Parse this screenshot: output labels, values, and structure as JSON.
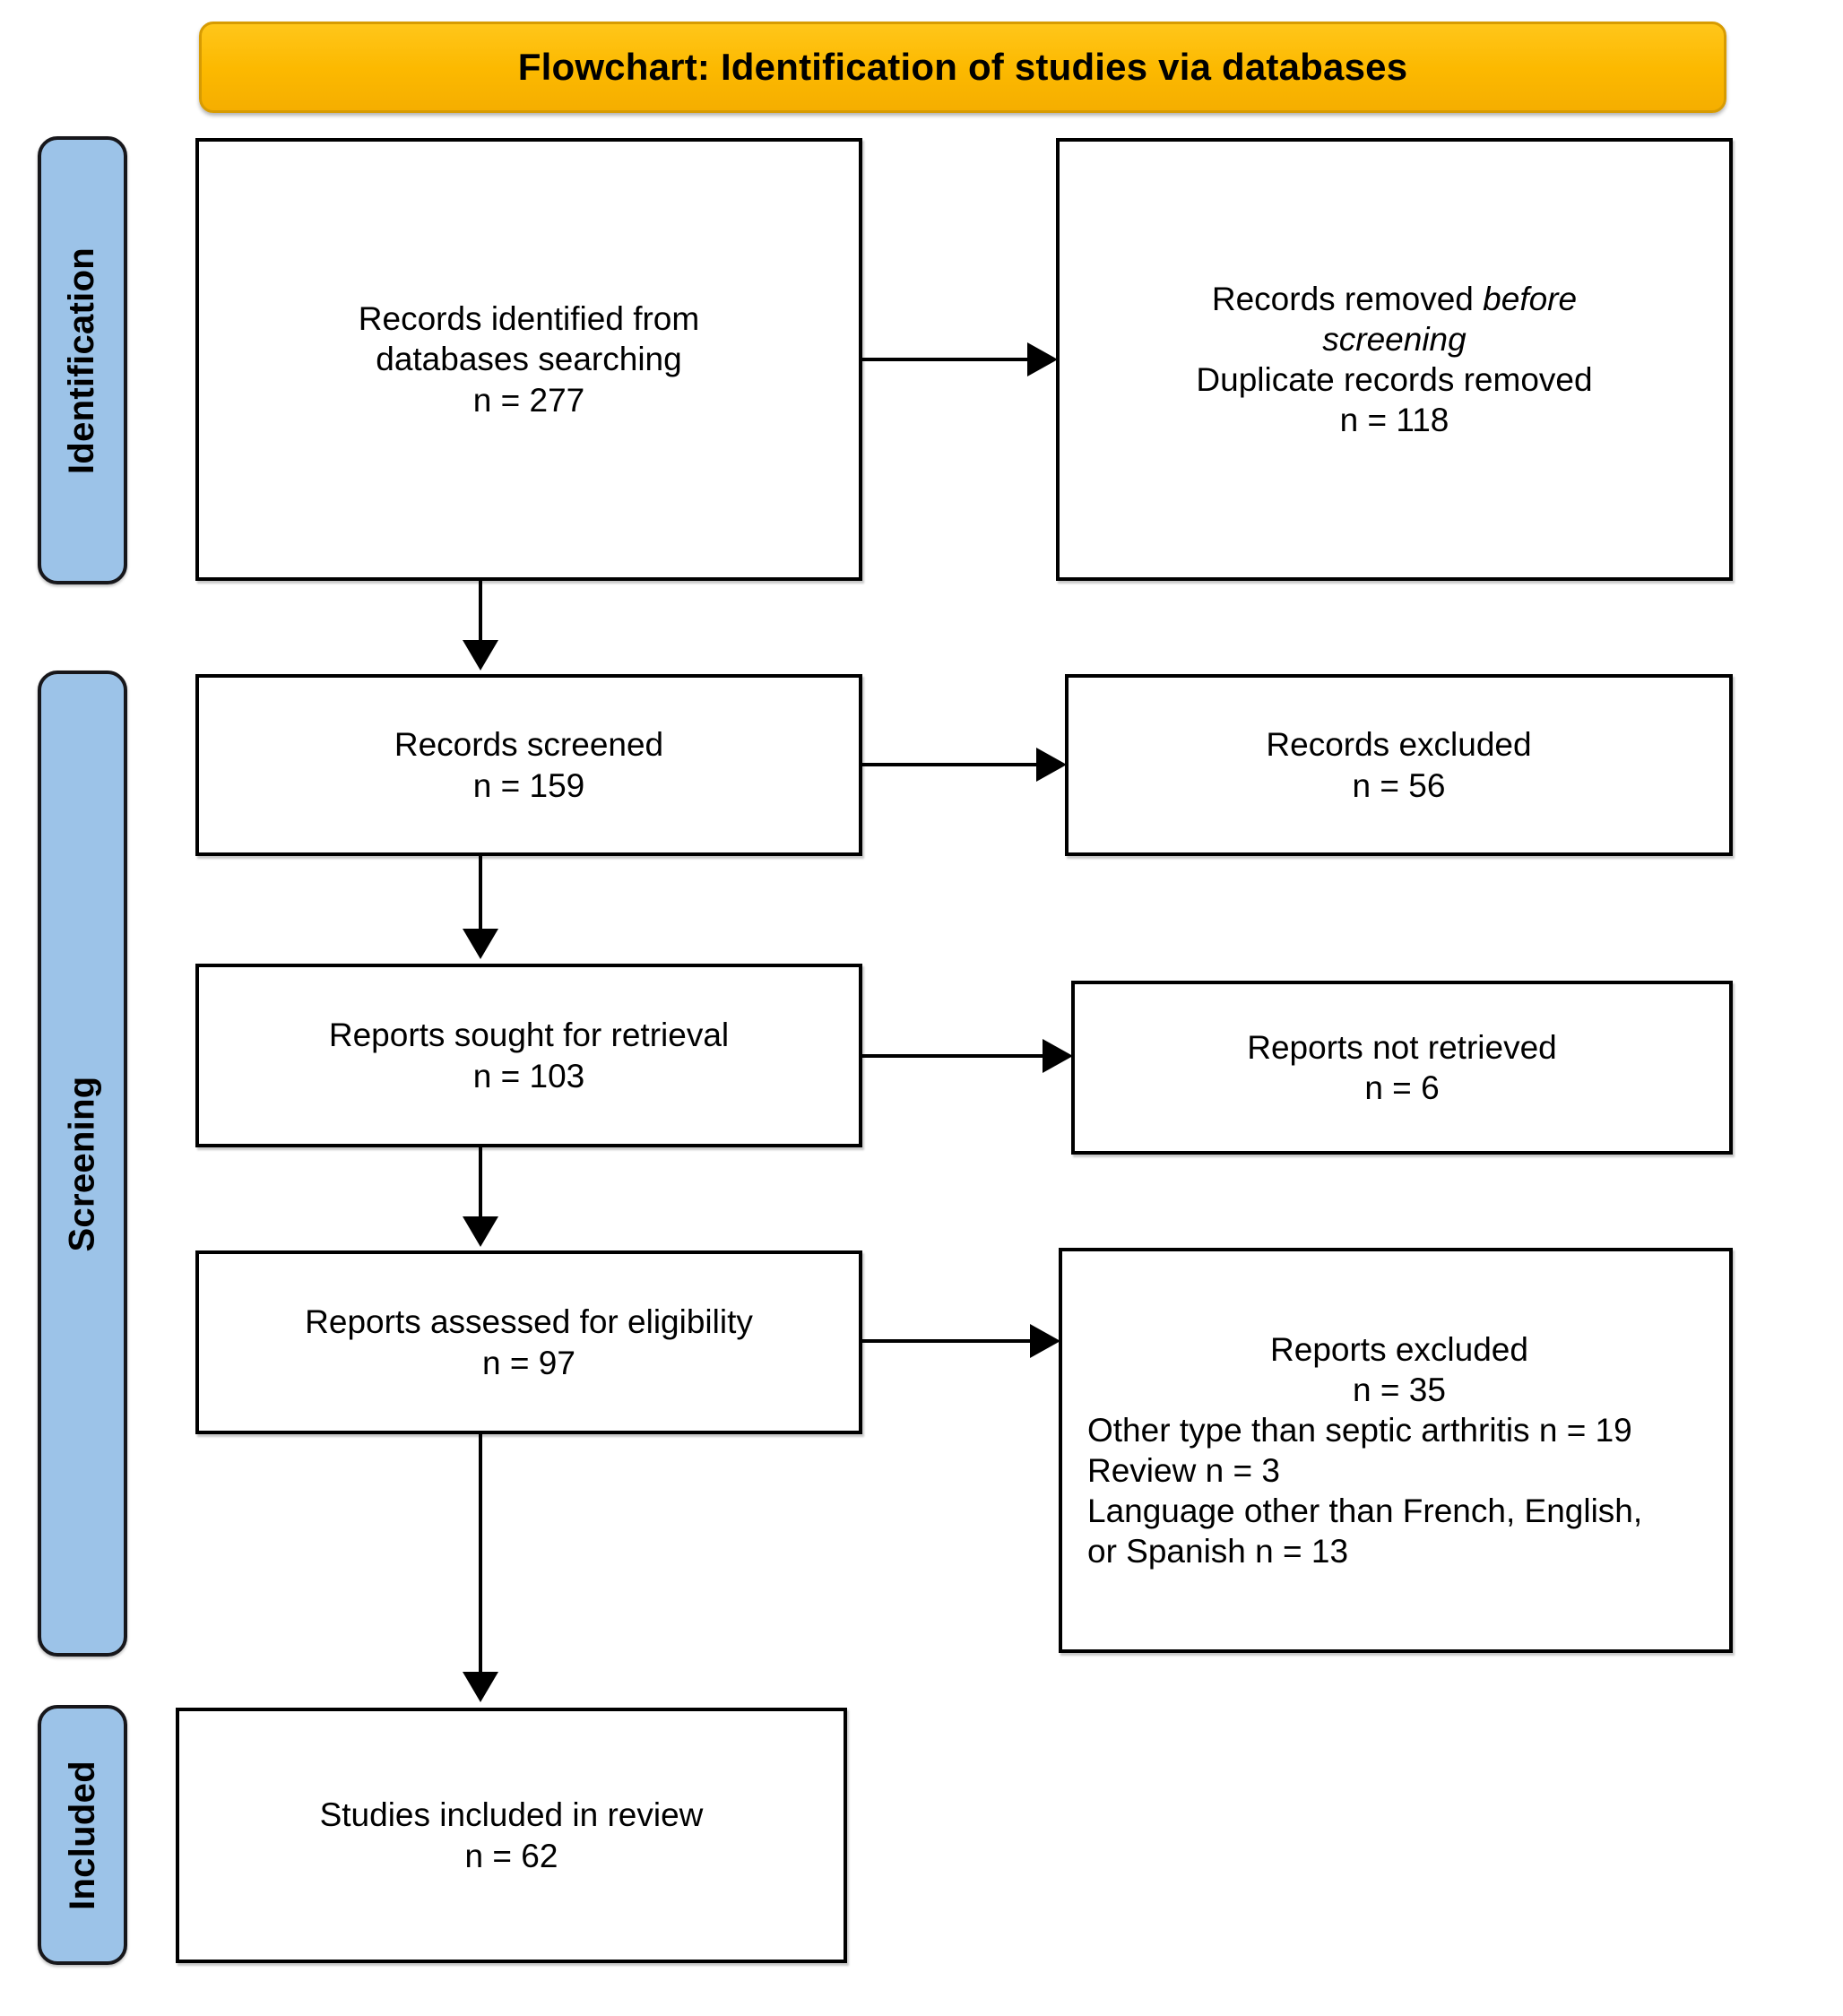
{
  "title": {
    "text": "Flowchart: Identification of studies via databases",
    "background_color": "#FCB900",
    "border_color": "#D79B02"
  },
  "stages": [
    {
      "id": "identification",
      "label": "Identification",
      "color": "#9CC3E8"
    },
    {
      "id": "screening",
      "label": "Screening",
      "color": "#9CC3E8"
    },
    {
      "id": "included",
      "label": "Included",
      "color": "#9CC3E8"
    }
  ],
  "boxes": {
    "identified": {
      "line1": "Records identified from",
      "line2": "databases searching",
      "line3": "n = 277"
    },
    "removed_before_screening": {
      "line1_prefix": "Records removed ",
      "line1_italic": "before",
      "line2_italic": "screening",
      "line3": "Duplicate records removed",
      "line4": "n = 118"
    },
    "records_screened": {
      "line1": "Records screened",
      "line2": "n = 159"
    },
    "records_excluded": {
      "line1": "Records excluded",
      "line2": "n = 56"
    },
    "reports_sought": {
      "line1": "Reports sought for retrieval",
      "line2": "n = 103"
    },
    "reports_not_retrieved": {
      "line1": "Reports not retrieved",
      "line2": "n = 6"
    },
    "reports_assessed": {
      "line1": "Reports assessed for eligibility",
      "line2": "n = 97"
    },
    "reports_excluded": {
      "head1": "Reports excluded",
      "head2": "n = 35",
      "detail1": "Other type than septic arthritis n = 19",
      "detail2": "Review n = 3",
      "detail3": "Language other than French, English,",
      "detail4": "or Spanish n = 13"
    },
    "studies_included": {
      "line1": "Studies included in review",
      "line2": "n = 62"
    }
  },
  "chart_data": {
    "type": "diagram",
    "diagram_kind": "PRISMA flow diagram",
    "title": "Flowchart: Identification of studies via databases",
    "stages": [
      "Identification",
      "Screening",
      "Included"
    ],
    "nodes": [
      {
        "id": "identified",
        "stage": "Identification",
        "label": "Records identified from databases searching",
        "n": 277
      },
      {
        "id": "removed_before_screening",
        "stage": "Identification",
        "label": "Records removed before screening / Duplicate records removed",
        "n": 118
      },
      {
        "id": "records_screened",
        "stage": "Screening",
        "label": "Records screened",
        "n": 159
      },
      {
        "id": "records_excluded",
        "stage": "Screening",
        "label": "Records excluded",
        "n": 56
      },
      {
        "id": "reports_sought",
        "stage": "Screening",
        "label": "Reports sought for retrieval",
        "n": 103
      },
      {
        "id": "reports_not_retrieved",
        "stage": "Screening",
        "label": "Reports not retrieved",
        "n": 6
      },
      {
        "id": "reports_assessed",
        "stage": "Screening",
        "label": "Reports assessed for eligibility",
        "n": 97
      },
      {
        "id": "reports_excluded",
        "stage": "Screening",
        "label": "Reports excluded",
        "n": 35,
        "breakdown": [
          {
            "reason": "Other type than septic arthritis",
            "n": 19
          },
          {
            "reason": "Review",
            "n": 3
          },
          {
            "reason": "Language other than French, English, or Spanish",
            "n": 13
          }
        ]
      },
      {
        "id": "studies_included",
        "stage": "Included",
        "label": "Studies included in review",
        "n": 62
      }
    ],
    "edges": [
      {
        "from": "identified",
        "to": "removed_before_screening",
        "direction": "right"
      },
      {
        "from": "identified",
        "to": "records_screened",
        "direction": "down"
      },
      {
        "from": "records_screened",
        "to": "records_excluded",
        "direction": "right"
      },
      {
        "from": "records_screened",
        "to": "reports_sought",
        "direction": "down"
      },
      {
        "from": "reports_sought",
        "to": "reports_not_retrieved",
        "direction": "right"
      },
      {
        "from": "reports_sought",
        "to": "reports_assessed",
        "direction": "down"
      },
      {
        "from": "reports_assessed",
        "to": "reports_excluded",
        "direction": "right"
      },
      {
        "from": "reports_assessed",
        "to": "studies_included",
        "direction": "down"
      }
    ]
  }
}
